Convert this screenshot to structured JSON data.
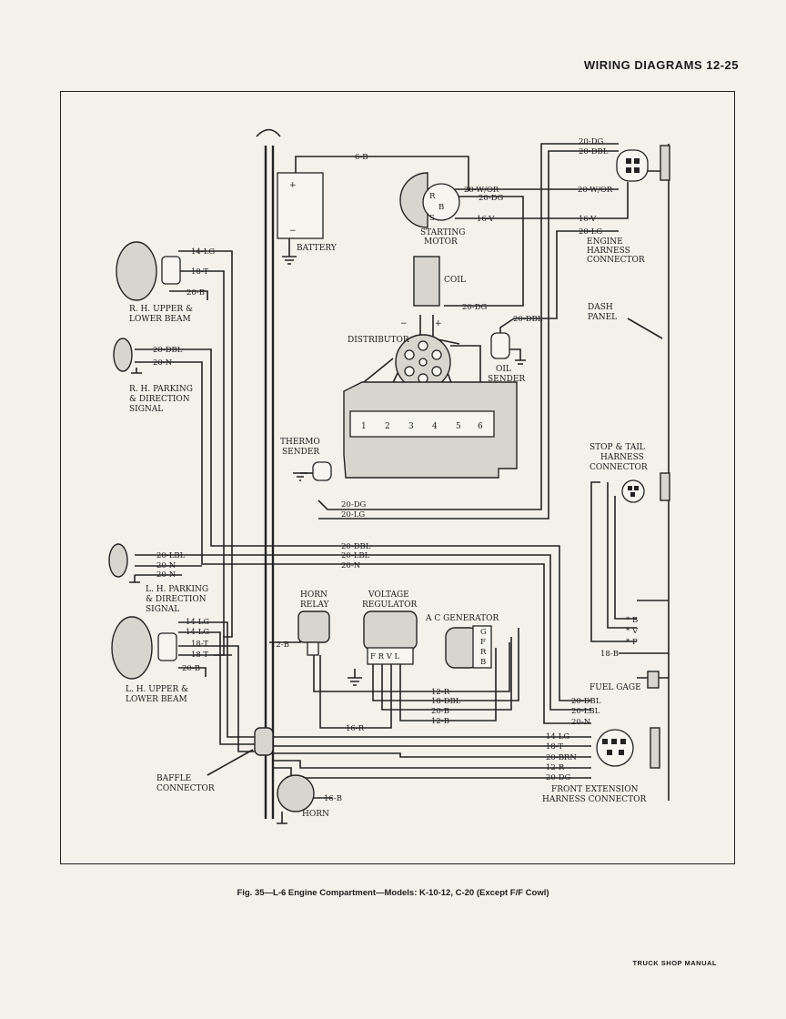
{
  "header": "WIRING DIAGRAMS 12-25",
  "caption": "Fig. 35—L-6 Engine Compartment—Models: K-10-12, C-20 (Except F/F Cowl)",
  "footer": "TRUCK SHOP MANUAL",
  "components": {
    "battery": "BATTERY",
    "starting_motor": [
      "STARTING",
      "MOTOR"
    ],
    "coil": "COIL",
    "distributor": "DISTRIBUTOR",
    "oil_sender": [
      "OIL",
      "SENDER"
    ],
    "thermo_sender": [
      "THERMO",
      "SENDER"
    ],
    "engine_harness": [
      "ENGINE",
      "HARNESS",
      "CONNECTOR"
    ],
    "dash_panel": [
      "DASH",
      "PANEL"
    ],
    "rh_beam": [
      "R. H. UPPER &",
      "LOWER BEAM"
    ],
    "rh_parking": [
      "R. H. PARKING",
      "& DIRECTION",
      "SIGNAL"
    ],
    "lh_parking": [
      "L. H. PARKING",
      "& DIRECTION",
      "SIGNAL"
    ],
    "lh_beam": [
      "L. H. UPPER &",
      "LOWER BEAM"
    ],
    "horn_relay": [
      "HORN",
      "RELAY"
    ],
    "voltage_regulator": [
      "VOLTAGE",
      "REGULATOR"
    ],
    "ac_generator": "A C GENERATOR",
    "stop_tail": [
      "STOP & TAIL",
      "HARNESS",
      "CONNECTOR"
    ],
    "fuel_gage": "FUEL GAGE",
    "front_extension": [
      "FRONT EXTENSION",
      "HARNESS CONNECTOR"
    ],
    "baffle": [
      "BAFFLE",
      "CONNECTOR"
    ],
    "horn": "HORN",
    "regulator_terms": "F R V L",
    "generator_terms": [
      "G",
      "F",
      "R",
      "B"
    ],
    "cylinders": [
      "1",
      "2",
      "3",
      "4",
      "5",
      "6"
    ],
    "coil_minus": "−",
    "coil_plus": "+",
    "starter_terms": [
      "R",
      "B",
      "S"
    ],
    "stop_tail_terms": [
      "* B",
      "* V",
      "* P"
    ]
  },
  "wires": {
    "w6b": "6-B",
    "w20wor_a": "20-W/OR",
    "w20wor_b": "20-W/OR",
    "w20dg_start": "20-DG",
    "w16v_a": "16-V",
    "w16v_b": "16-V",
    "w20dg_top": "20-DG",
    "w20dbl_top": "20-DBL",
    "w20lg_top": "20-LG",
    "w20dg_coil": "20-DG",
    "w20dbl_oil": "20-DBL",
    "w14lg_rh": "14-LG",
    "w18t_rh": "18-T",
    "w20b_rh": "20-B",
    "w20dbl_rhp": "20-DBL",
    "w20n_rhp": "20-N",
    "w20dg_thermo": "20-DG",
    "w20lg_thermo": "20-LG",
    "w20dbl_mid": "20-DBL",
    "w20lbl_mid": "20-LBL",
    "w20n_mid": "20-N",
    "w20lbl_lhp": "20-LBL",
    "w20n_lhp_a": "20-N",
    "w20n_lhp_b": "20-N",
    "w14lg_lh_a": "14-LG",
    "w14lg_lh_b": "14-LG",
    "w18t_lh_a": "18-T",
    "w18t_lh_b": "18-T",
    "w20b_lh": "20-B",
    "w12b": "12-B",
    "w12r": "12-R",
    "w18dbl": "18-DBL",
    "w20b_reg": "20-B",
    "w12b_reg": "12-B",
    "w16r": "16-R",
    "w16b_horn": "16-B",
    "w18b_fuel": "18-B",
    "w20dbl_fx": "20-DBL",
    "w20lbl_fx": "20-LBL",
    "w20n_fx": "20-N",
    "w14lg_fx": "14-LG",
    "w18t_fx": "18-T",
    "w20brn_fx": "20-BRN",
    "w12r_fx": "12-R",
    "w20dg_fx": "20-DG"
  }
}
